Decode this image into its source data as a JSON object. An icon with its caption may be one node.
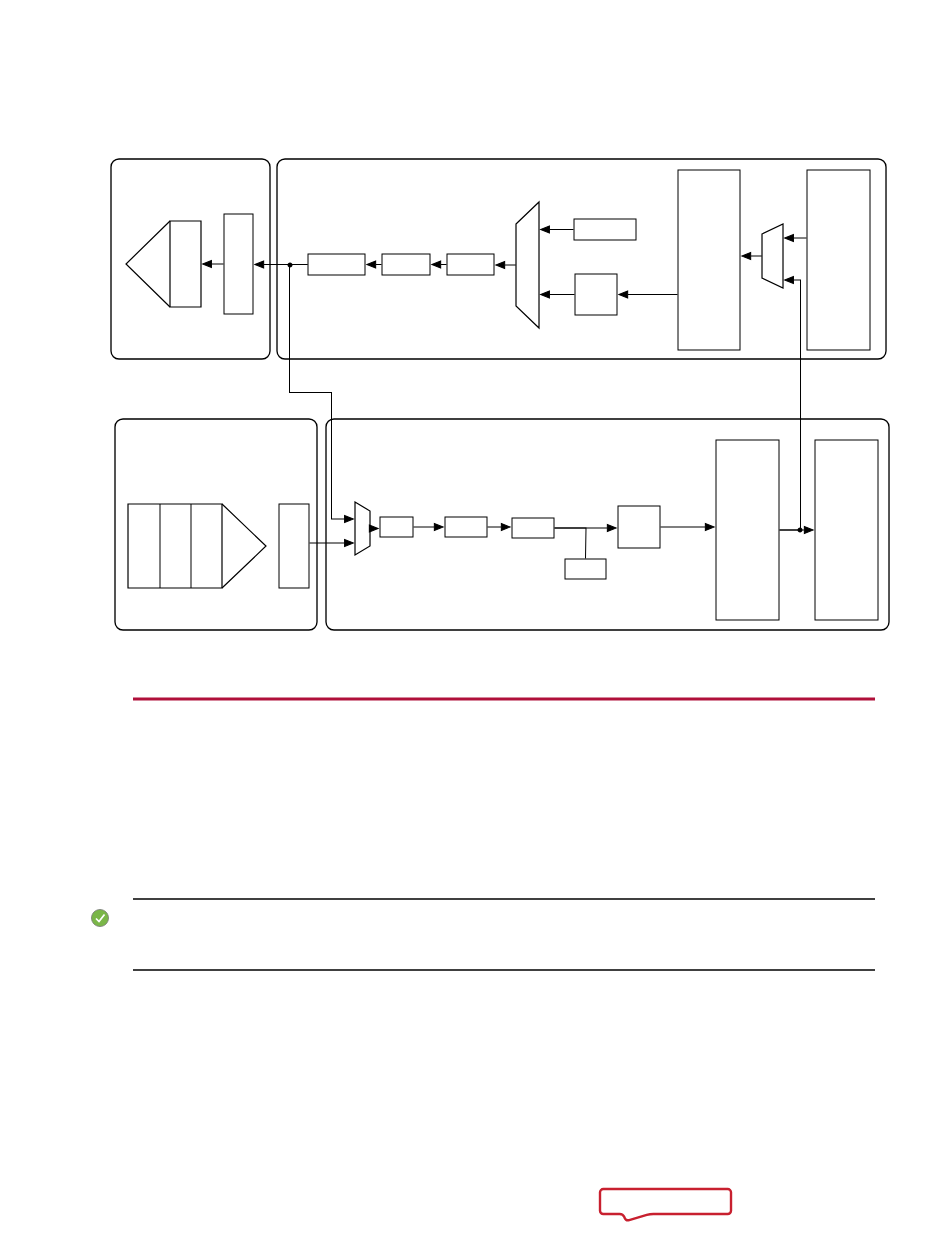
{
  "diagram": {
    "nodes": [
      {
        "text": [],
        "shape": "box"
      },
      {
        "text": [],
        "shape": "pentagon",
        "in": 0
      },
      {
        "text": [],
        "shape": "box",
        "in": 0
      },
      {
        "text": [],
        "shape": "box"
      },
      {
        "text": [],
        "shape": "box",
        "in": 3
      },
      {
        "text": [],
        "shape": "box",
        "in": 3
      },
      {
        "text": [],
        "shape": "box",
        "in": 3
      },
      {
        "text": [],
        "shape": "trapezoid",
        "in": 3
      },
      {
        "text": [],
        "shape": "box",
        "in": 3
      },
      {
        "text": [],
        "shape": "box",
        "in": 3
      },
      {
        "text": [],
        "shape": "box",
        "in": 3
      },
      {
        "text": [],
        "shape": "trapezoid",
        "in": 3
      },
      {
        "text": [],
        "shape": "box",
        "in": 3
      },
      {
        "text": [],
        "shape": "box"
      },
      {
        "text": [],
        "shape": "pentagon",
        "in": 13
      },
      {
        "text": [],
        "shape": "box",
        "in": 13
      },
      {
        "text": [],
        "shape": "box"
      },
      {
        "text": [],
        "shape": "trapezoid",
        "in": 16
      },
      {
        "text": [],
        "shape": "box",
        "in": 16
      },
      {
        "text": [],
        "shape": "box",
        "in": 16
      },
      {
        "text": [],
        "shape": "box",
        "in": 16
      },
      {
        "text": [],
        "shape": "box",
        "in": 16
      },
      {
        "text": [],
        "shape": "box",
        "in": 16
      },
      {
        "text": [],
        "shape": "box",
        "in": 16
      },
      {
        "text": [],
        "shape": "box",
        "in": 16
      },
      {
        "text": [],
        "shape": "callout"
      }
    ],
    "edges": [
      {
        "from": 2,
        "to": 1,
        "arrow": "to"
      },
      {
        "from": 4,
        "to": 2,
        "arrow": "to"
      },
      {
        "from": 5,
        "to": 4,
        "arrow": "to"
      },
      {
        "from": 6,
        "to": 5,
        "arrow": "to"
      },
      {
        "from": 7,
        "to": 6,
        "arrow": "to"
      },
      {
        "from": 8,
        "to": 7,
        "arrow": "to"
      },
      {
        "from": 9,
        "to": 7,
        "arrow": "to"
      },
      {
        "from": 10,
        "to": 9,
        "arrow": "to"
      },
      {
        "from": 11,
        "to": 10,
        "arrow": "to"
      },
      {
        "from": 12,
        "to": 11,
        "arrow": "to"
      },
      {
        "from": 23,
        "to": 11,
        "arrow": "to"
      },
      {
        "from": 4,
        "to": 17,
        "arrow": "to"
      },
      {
        "from": 15,
        "to": 17,
        "arrow": "to"
      },
      {
        "from": 17,
        "to": 18,
        "arrow": "to"
      },
      {
        "from": 18,
        "to": 19,
        "arrow": "to"
      },
      {
        "from": 19,
        "to": 20,
        "arrow": "to"
      },
      {
        "from": 20,
        "to": 22,
        "arrow": "to"
      },
      {
        "from": 20,
        "to": 21,
        "arrow": "none"
      },
      {
        "from": 22,
        "to": 23,
        "arrow": "to"
      },
      {
        "from": 23,
        "to": 24,
        "arrow": "to"
      }
    ]
  }
}
